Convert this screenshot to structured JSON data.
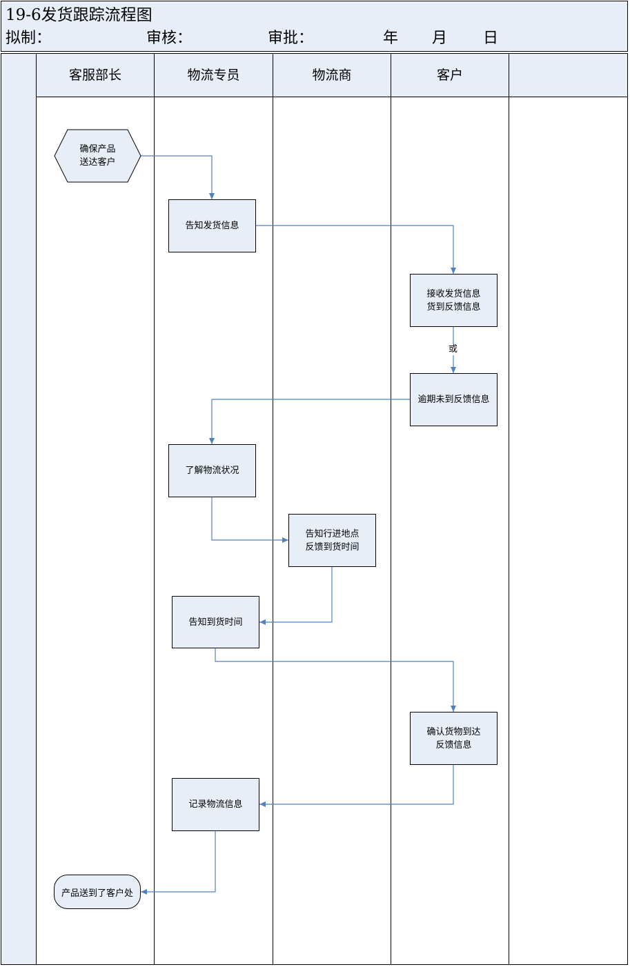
{
  "header": {
    "title": "19-6发货跟踪流程图",
    "drafted_label": "拟制：",
    "review_label": "审核：",
    "approve_label": "审批：",
    "year_label": "年",
    "month_label": "月",
    "day_label": "日"
  },
  "lanes": [
    "客服部长",
    "物流专员",
    "物流商",
    "客户",
    ""
  ],
  "nodes": {
    "start": "确保产品\n送达客户",
    "notify_shipping": "告知发货信息",
    "receive_info": "接收发货信息\n货到反馈信息",
    "overdue": "逾期未到反馈信息",
    "check_status": "了解物流状况",
    "carrier_report": "告知行进地点\n反馈到货时间",
    "notify_arrival": "告知到货时间",
    "confirm_goods": "确认货物到达\n反馈信息",
    "record_info": "记录物流信息",
    "end": "产品送到了客户处"
  },
  "edge_labels": {
    "or": "或"
  },
  "colors": {
    "fill": "#e8eef8",
    "connector": "#4f81bd",
    "border": "#000000"
  }
}
